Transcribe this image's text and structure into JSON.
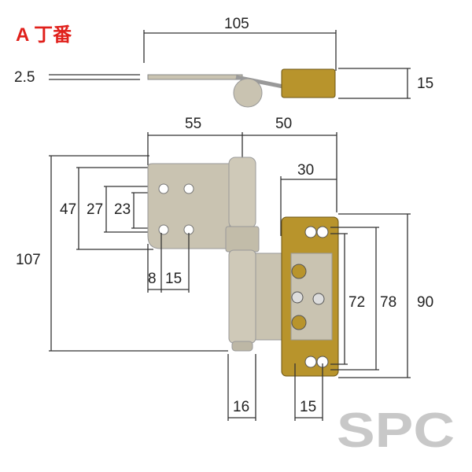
{
  "title": "A 丁番",
  "watermark": "SPC",
  "dimensions": {
    "top_width": "105",
    "plate_thickness": "2.5",
    "bracket_height": "15",
    "left_leaf_width": "55",
    "right_leaf_width": "50",
    "bracket_depth": "30",
    "total_height": "107",
    "hole_span_47": "47",
    "hole_span_27": "27",
    "hole_span_23": "23",
    "hole_offset_8": "8",
    "hole_pitch_15": "15",
    "bracket_72": "72",
    "bracket_78": "78",
    "bracket_90": "90",
    "pin_diameter": "16",
    "bracket_hole_15": "15"
  },
  "colors": {
    "title": "#e0201b",
    "leaf": "#c9c3b1",
    "bracket": "#b8942c",
    "watermark": "#c8c8c8"
  }
}
